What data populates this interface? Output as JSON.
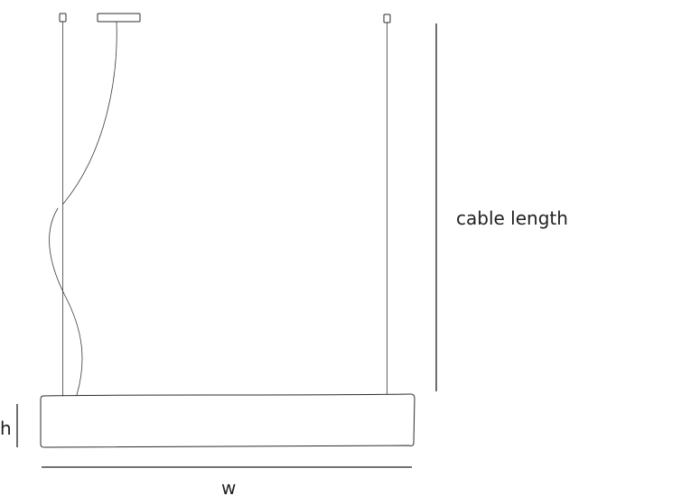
{
  "dimensions": {
    "cable_length": "cable length",
    "height": "h",
    "width": "w"
  }
}
